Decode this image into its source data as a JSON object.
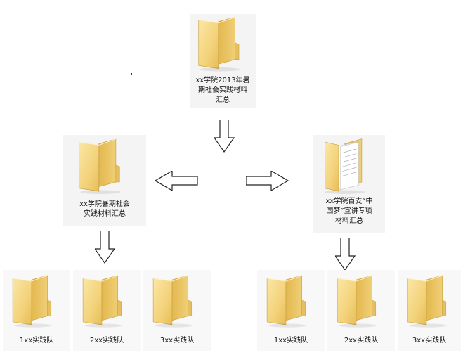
{
  "diagram": {
    "root": {
      "label": "xx学院2013年暑\n期社会实践材料\n汇总",
      "icon": "folder-icon"
    },
    "left_branch": {
      "label": "xx学院暑期社会\n实践材料汇总",
      "icon": "folder-icon",
      "children": [
        {
          "label": "1xx实践队",
          "icon": "folder-icon"
        },
        {
          "label": "2xx实践队",
          "icon": "folder-icon"
        },
        {
          "label": "3xx实践队",
          "icon": "folder-icon"
        }
      ]
    },
    "right_branch": {
      "label": "xx学院百支“中\n国梦”宣讲专项\n材料汇总",
      "icon": "folder-with-documents-icon",
      "children": [
        {
          "label": "1xx实践队",
          "icon": "folder-icon"
        },
        {
          "label": "2xx实践队",
          "icon": "folder-icon"
        },
        {
          "label": "3xx实践队",
          "icon": "folder-icon"
        }
      ]
    },
    "connector_icon": "hollow-arrow-icon"
  }
}
